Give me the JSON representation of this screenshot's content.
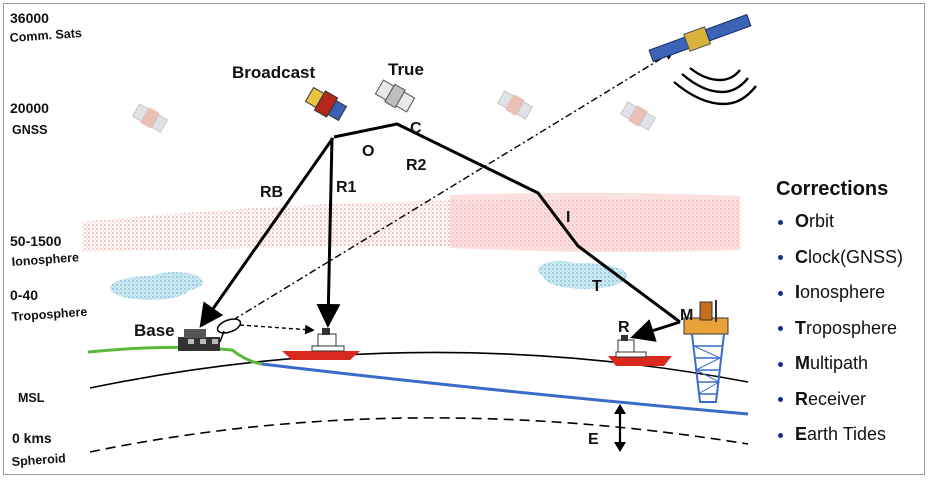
{
  "altitudes": [
    {
      "value": "36000",
      "name": "Comm. Sats"
    },
    {
      "value": "20000",
      "name": "GNSS"
    },
    {
      "value": "50-1500",
      "name": "Ionosphere"
    },
    {
      "value": "0-40",
      "name": "Troposphere"
    },
    {
      "value": "",
      "name": "MSL"
    },
    {
      "value": "0 kms",
      "name": "Spheroid"
    }
  ],
  "satellites": {
    "broadcast": "Broadcast",
    "true": "True"
  },
  "path_labels": {
    "rb": "RB",
    "r1": "R1",
    "r2": "R2",
    "o": "O",
    "c": "C",
    "i": "I",
    "t": "T",
    "m": "M",
    "r": "R",
    "e": "E"
  },
  "base_label": "Base",
  "corrections": {
    "title": "Corrections",
    "items": [
      {
        "initial": "O",
        "rest": "rbit"
      },
      {
        "initial": "C",
        "rest": "lock(GNSS)"
      },
      {
        "initial": "I",
        "rest": "onosphere"
      },
      {
        "initial": "T",
        "rest": "roposphere"
      },
      {
        "initial": "M",
        "rest": "ultipath"
      },
      {
        "initial": "R",
        "rest": "eceiver"
      },
      {
        "initial": "E",
        "rest": "arth Tides"
      }
    ]
  },
  "colors": {
    "ionosphere": "#f2a7a7",
    "troposphere": "#9fd2e3",
    "land": "#5cb83c",
    "sea": "#3a6bc9",
    "ship": "#d9291f",
    "bullet": "#1a2a8a"
  }
}
